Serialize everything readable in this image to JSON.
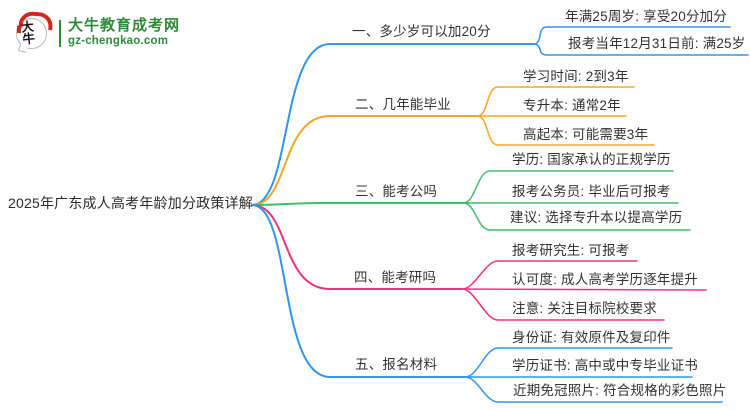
{
  "logo": {
    "mark_text": "大牛",
    "site_name": "大牛教育成考网",
    "site_url": "gz-chengkao.com",
    "brand_green": "#2e8b3a",
    "brand_red": "#cf271c"
  },
  "mindmap": {
    "root": "2025年广东成人高考年龄加分政策详解",
    "text_color": "#333333",
    "branches": [
      {
        "label": "一、多少岁可以加20分",
        "color": "#2e96f2",
        "children": [
          "年满25周岁: 享受20分加分",
          "报考当年12月31日前: 满25岁"
        ]
      },
      {
        "label": "二、几年能毕业",
        "color": "#f5a623",
        "children": [
          "学习时间: 2到3年",
          "专升本: 通常2年",
          "高起本: 可能需要3年"
        ]
      },
      {
        "label": "三、能考公吗",
        "color": "#3ebe68",
        "children": [
          "学历: 国家承认的正规学历",
          "报考公务员: 毕业后可报考",
          "建议: 选择专升本以提高学历"
        ]
      },
      {
        "label": "四、能考研吗",
        "color": "#f2307e",
        "children": [
          "报考研究生: 可报考",
          "认可度: 成人高考学历逐年提升",
          "注意: 关注目标院校要求"
        ]
      },
      {
        "label": "五、报名材料",
        "color": "#2e96f2",
        "children": [
          "身份证: 有效原件及复印件",
          "学历证书: 高中或中专毕业证书",
          "近期免冠照片: 符合规格的彩色照片"
        ]
      }
    ]
  }
}
